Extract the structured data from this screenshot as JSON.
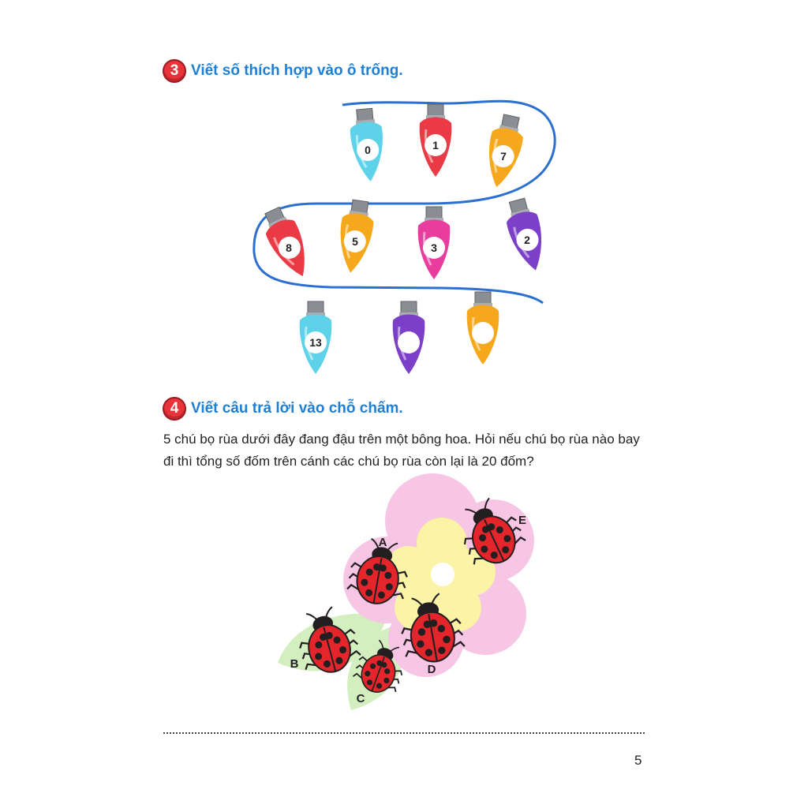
{
  "exercise3": {
    "number": "3",
    "title": "Viết số thích hợp vào ô trống.",
    "bulbs": [
      {
        "value": "0",
        "color": "#5ed2e8"
      },
      {
        "value": "1",
        "color": "#ea3a45"
      },
      {
        "value": "7",
        "color": "#f6a81d"
      },
      {
        "value": "8",
        "color": "#ea3a45"
      },
      {
        "value": "5",
        "color": "#f6a81d"
      },
      {
        "value": "3",
        "color": "#e83c9f"
      },
      {
        "value": "2",
        "color": "#7b3fc8"
      },
      {
        "value": "13",
        "color": "#5ed2e8"
      },
      {
        "value": "",
        "color": "#7b3fc8"
      },
      {
        "value": "",
        "color": "#f6a81d"
      }
    ],
    "wire_color": "#2a6fd1"
  },
  "exercise4": {
    "number": "4",
    "title": "Viết câu trả lời vào chỗ chấm.",
    "question_line1": "5 chú bọ rùa dưới đây đang đậu trên một bông hoa. Hỏi nếu chú bọ rùa nào bay",
    "question_line2": "đi thì tổng số đốm trên cánh các chú bọ rùa còn lại là 20 đốm?",
    "ladybugs": [
      {
        "label": "A"
      },
      {
        "label": "B"
      },
      {
        "label": "C"
      },
      {
        "label": "D"
      },
      {
        "label": "E"
      }
    ]
  },
  "page_number": "5",
  "colors": {
    "title_blue": "#1f7fd4",
    "badge_red": "#e8333a",
    "petal_pink": "#f6c6e4",
    "inner_yellow": "#fbf3a6",
    "leaf_green": "#d3efc0",
    "ladybug_red": "#e4262c"
  }
}
